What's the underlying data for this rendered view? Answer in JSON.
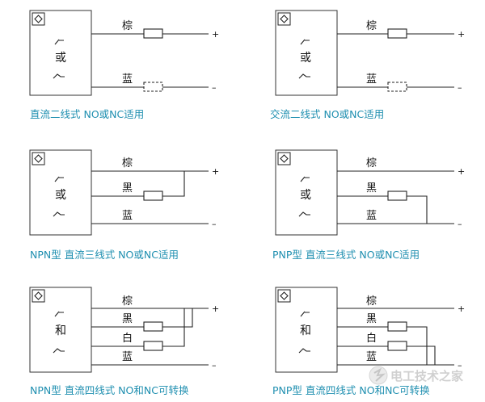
{
  "panels": [
    {
      "id": "dc2",
      "mid_label": "或",
      "wires": [
        {
          "label": "棕",
          "term": "+",
          "res": "solid"
        },
        {
          "label": "蓝",
          "term": "–",
          "res": "dashed"
        }
      ],
      "caption": "直流二线式 NO或NC适用"
    },
    {
      "id": "ac2",
      "mid_label": "或",
      "wires": [
        {
          "label": "棕",
          "term": "+",
          "res": "solid"
        },
        {
          "label": "蓝",
          "term": "–",
          "res": "dashed"
        }
      ],
      "caption": "交流二线式 NO或NC适用"
    },
    {
      "id": "npn3",
      "mid_label": "或",
      "wires": [
        {
          "label": "棕",
          "term": "+"
        },
        {
          "label": "黑",
          "term": ""
        },
        {
          "label": "蓝",
          "term": "–"
        }
      ],
      "caption": "NPN型 直流三线式 NO或NC适用"
    },
    {
      "id": "pnp3",
      "mid_label": "或",
      "wires": [
        {
          "label": "棕",
          "term": "+"
        },
        {
          "label": "黑",
          "term": ""
        },
        {
          "label": "蓝",
          "term": "–"
        }
      ],
      "caption": "PNP型 直流三线式 NO或NC适用"
    },
    {
      "id": "npn4",
      "mid_label": "和",
      "wires": [
        {
          "label": "棕",
          "term": "+"
        },
        {
          "label": "黑",
          "term": ""
        },
        {
          "label": "白",
          "term": ""
        },
        {
          "label": "蓝",
          "term": "–"
        }
      ],
      "caption": "NPN型 直流四线式 NO和NC可转换"
    },
    {
      "id": "pnp4",
      "mid_label": "和",
      "wires": [
        {
          "label": "棕",
          "term": "+"
        },
        {
          "label": "黑",
          "term": ""
        },
        {
          "label": "白",
          "term": ""
        },
        {
          "label": "蓝",
          "term": "–"
        }
      ],
      "caption": "PNP型 直流四线式 NO和NC可转换"
    }
  ],
  "watermark": {
    "text": "电工技术之家"
  },
  "colors": {
    "caption": "#1f8fb0",
    "line": "#222222",
    "watermark": "#c8c8c8"
  }
}
